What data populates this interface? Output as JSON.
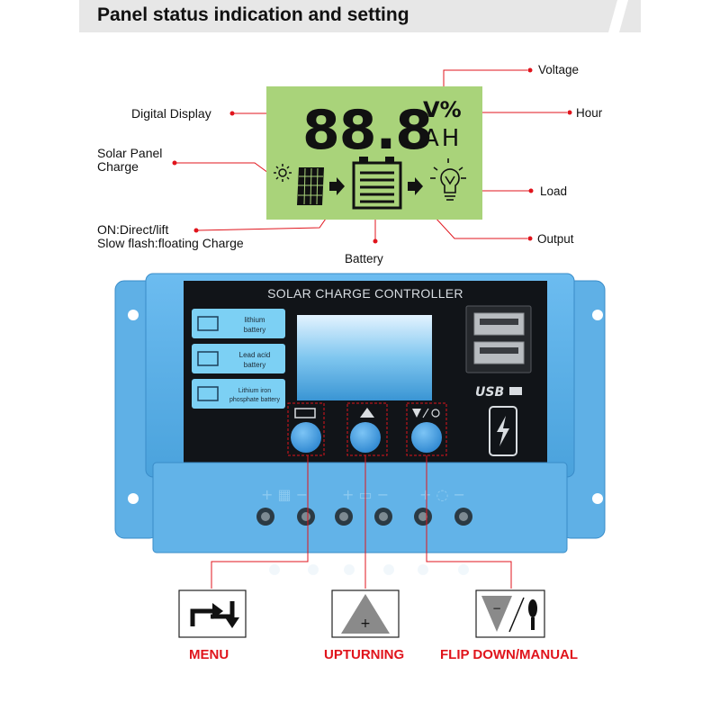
{
  "header": {
    "title": "Panel status indication and setting"
  },
  "lcd": {
    "digits": "88.8",
    "unit_top": "V%",
    "unit_bottom": "AH"
  },
  "callouts": {
    "voltage": "Voltage",
    "hour": "Hour",
    "digital_display": "Digital Display",
    "solar_panel_line1": "Solar Panel",
    "solar_panel_line2": "Charge",
    "load": "Load",
    "on_line1": "ON:Direct/lift",
    "on_line2": "Slow flash:floating Charge",
    "output": "Output",
    "battery": "Battery"
  },
  "controller": {
    "title": "SOLAR CHARGE CONTROLLER",
    "battery_types": [
      "lithium battery",
      "Lead acid battery",
      "Lithium iron phosphate battery"
    ],
    "usb_label": "USB"
  },
  "buttons": [
    {
      "label": "MENU"
    },
    {
      "label": "UPTURNING"
    },
    {
      "label": "FLIP DOWN/MANUAL"
    }
  ],
  "colors": {
    "accent_red": "#e0141c",
    "lcd_green": "#a9d37a",
    "controller_blue": "#5aaee5",
    "button_blue": "#3c97e0"
  }
}
